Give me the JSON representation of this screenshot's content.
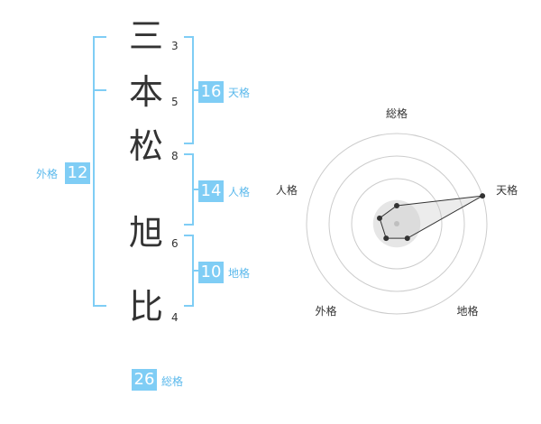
{
  "name": {
    "chars": [
      {
        "char": "三",
        "strokes": "3"
      },
      {
        "char": "本",
        "strokes": "5"
      },
      {
        "char": "松",
        "strokes": "8"
      },
      {
        "char": "旭",
        "strokes": "6"
      },
      {
        "char": "比",
        "strokes": "4"
      }
    ]
  },
  "fortune": {
    "tenkaku": {
      "value": "16",
      "label": "天格"
    },
    "jinkaku": {
      "value": "14",
      "label": "人格"
    },
    "chikaku": {
      "value": "10",
      "label": "地格"
    },
    "gaikaku": {
      "value": "12",
      "label": "外格"
    },
    "soukaku": {
      "value": "26",
      "label": "総格"
    }
  },
  "chart_data": {
    "type": "radar",
    "axes": [
      "総格",
      "天格",
      "地格",
      "外格",
      "人格"
    ],
    "values": [
      1,
      5,
      1,
      1,
      1
    ],
    "max": 5,
    "rings": 4
  },
  "colors": {
    "accent": "#7fcdf5",
    "bracket": "#7fcdf5",
    "text": "#333333"
  }
}
